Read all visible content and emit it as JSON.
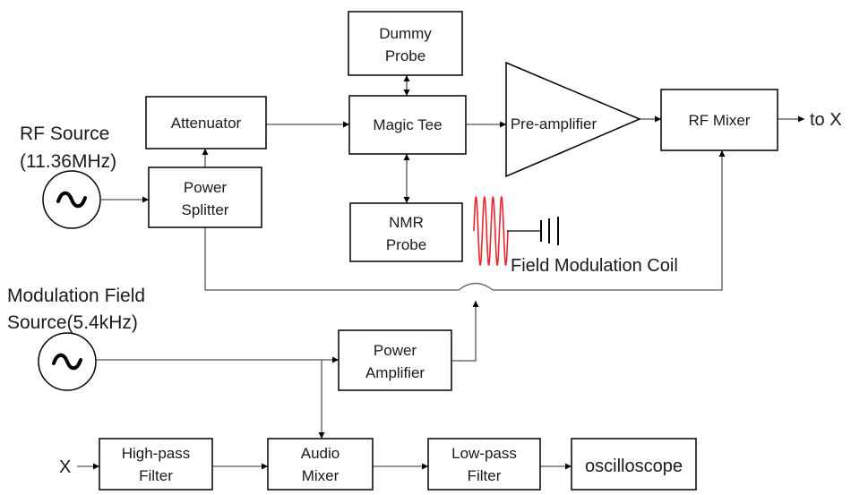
{
  "blocks": {
    "dummy_probe": [
      "Dummy",
      "Probe"
    ],
    "attenuator": "Attenuator",
    "magic_tee": "Magic Tee",
    "pre_amplifier": "Pre-amplifier",
    "rf_mixer": "RF Mixer",
    "power_splitter": [
      "Power",
      "Splitter"
    ],
    "nmr_probe": [
      "NMR",
      "Probe"
    ],
    "power_amplifier": [
      "Power",
      "Amplifier"
    ],
    "high_pass_filter": [
      "High-pass",
      "Filter"
    ],
    "audio_mixer": [
      "Audio",
      "Mixer"
    ],
    "low_pass_filter": [
      "Low-pass",
      "Filter"
    ],
    "oscilloscope": "oscilloscope"
  },
  "labels": {
    "rf_source": [
      "RF Source",
      "(11.36MHz)"
    ],
    "modulation_source": [
      "Modulation Field",
      "Source(5.4kHz)"
    ],
    "field_coil": "Field Modulation Coil",
    "rf_output": "to X",
    "filter_input": "X"
  },
  "colors": {
    "coil": "#e8262d",
    "line": "#555555",
    "box_border": "#000000"
  },
  "icons": {
    "source_symbol": "ac-source-icon",
    "ground_symbol": "ground-icon",
    "coil_symbol": "coil-icon"
  }
}
